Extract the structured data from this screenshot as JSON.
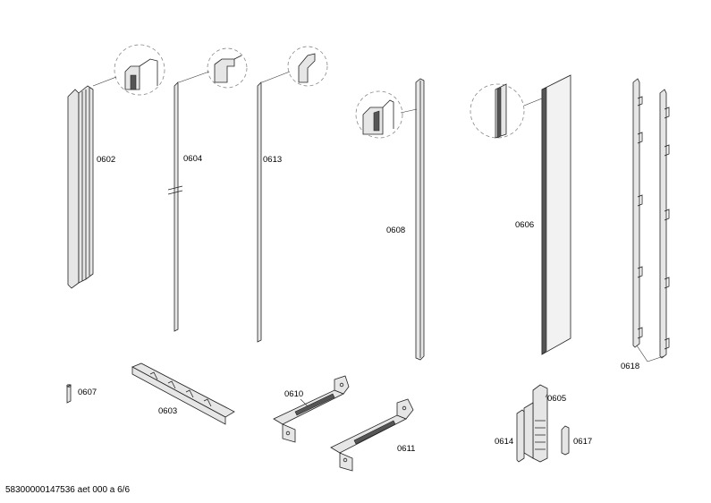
{
  "labels": {
    "p0602": "0602",
    "p0604": "0604",
    "p0613": "0613",
    "p0608": "0608",
    "p0606": "0606",
    "p0618": "0618",
    "p0607": "0607",
    "p0603": "0603",
    "p0610": "0610",
    "p0611": "0611",
    "p0605": "0605",
    "p0614": "0614",
    "p0617": "0617"
  },
  "footer": "58300000147536 aet 000 a 6/6"
}
